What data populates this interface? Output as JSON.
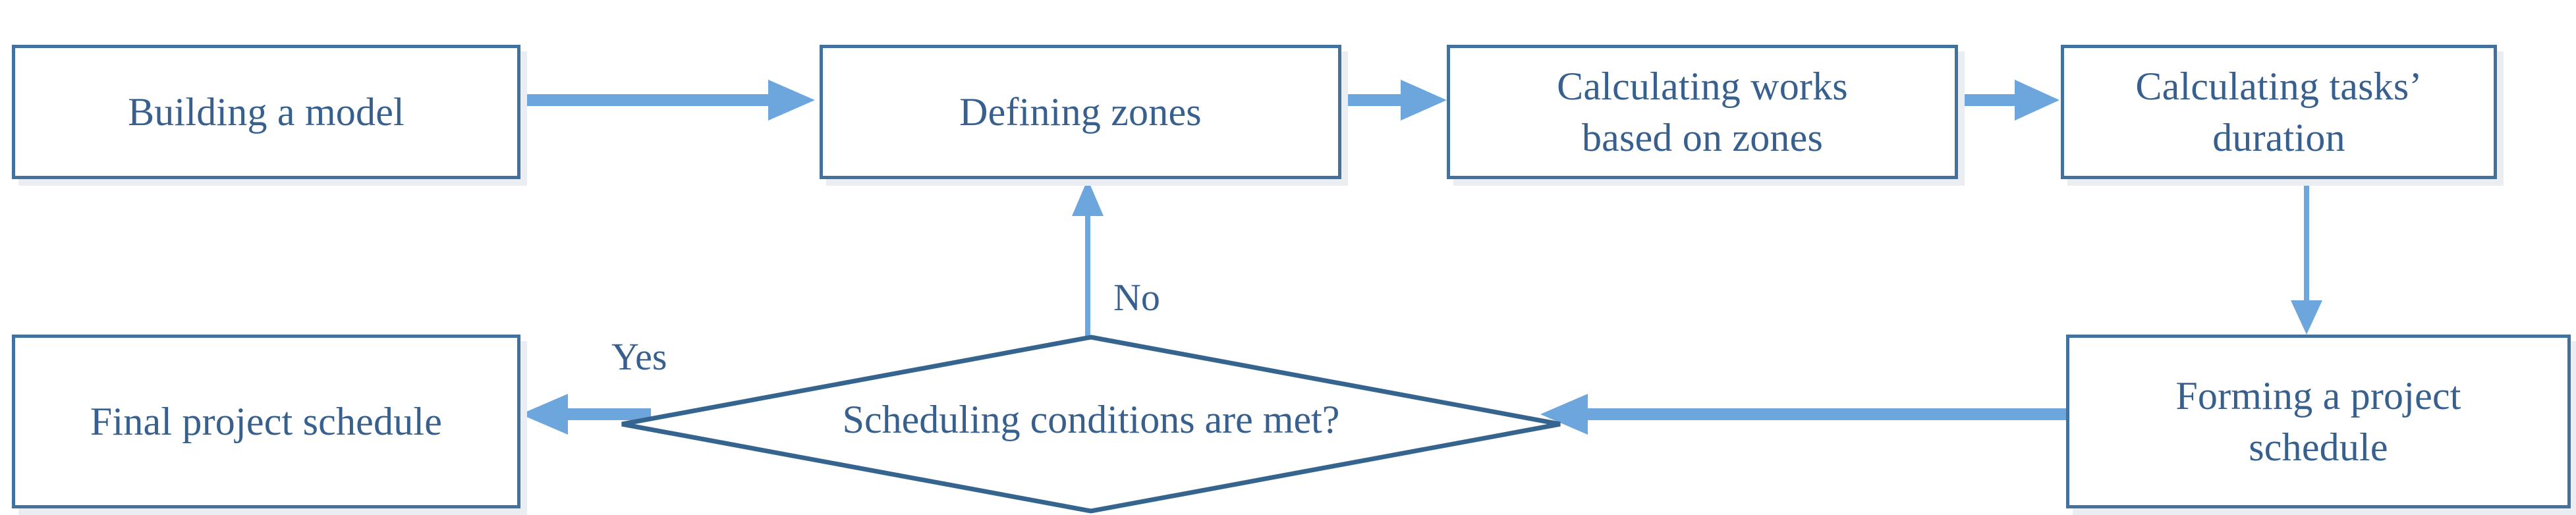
{
  "diagram": {
    "type": "flowchart",
    "orientation": "left-to-right with feedback loop",
    "colors": {
      "node_border": "#41719C",
      "node_shadow": "#EAEEF3",
      "text": "#37608F",
      "arrow_thick": "#6CA6DD",
      "arrow_thin": "#6CA6DD",
      "diamond_outline": "#35658F",
      "background": "#FFFFFF"
    },
    "nodes": [
      {
        "id": "n1",
        "shape": "rectangle",
        "label": "Building a model"
      },
      {
        "id": "n2",
        "shape": "rectangle",
        "label": "Defining zones"
      },
      {
        "id": "n3",
        "shape": "rectangle",
        "label": "Calculating works\nbased on zones"
      },
      {
        "id": "n4",
        "shape": "rectangle",
        "label": "Calculating tasks’\nduration"
      },
      {
        "id": "n5",
        "shape": "rectangle",
        "label": "Forming a project\nschedule"
      },
      {
        "id": "n6",
        "shape": "diamond",
        "label": "Scheduling conditions are met?"
      },
      {
        "id": "n7",
        "shape": "rectangle",
        "label": "Final project schedule"
      }
    ],
    "edges": [
      {
        "from": "n1",
        "to": "n2",
        "label": "",
        "style": "thick-arrow",
        "direction": "right"
      },
      {
        "from": "n2",
        "to": "n3",
        "label": "",
        "style": "thick-arrow",
        "direction": "right"
      },
      {
        "from": "n3",
        "to": "n4",
        "label": "",
        "style": "thick-arrow",
        "direction": "right"
      },
      {
        "from": "n4",
        "to": "n5",
        "label": "",
        "style": "thin-arrow",
        "direction": "down"
      },
      {
        "from": "n5",
        "to": "n6",
        "label": "",
        "style": "thick-arrow",
        "direction": "left"
      },
      {
        "from": "n6",
        "to": "n7",
        "label": "Yes",
        "style": "thick-arrow",
        "direction": "left"
      },
      {
        "from": "n6",
        "to": "n2",
        "label": "No",
        "style": "thin-arrow",
        "direction": "up"
      }
    ],
    "edge_labels": {
      "no": "No",
      "yes": "Yes"
    }
  }
}
